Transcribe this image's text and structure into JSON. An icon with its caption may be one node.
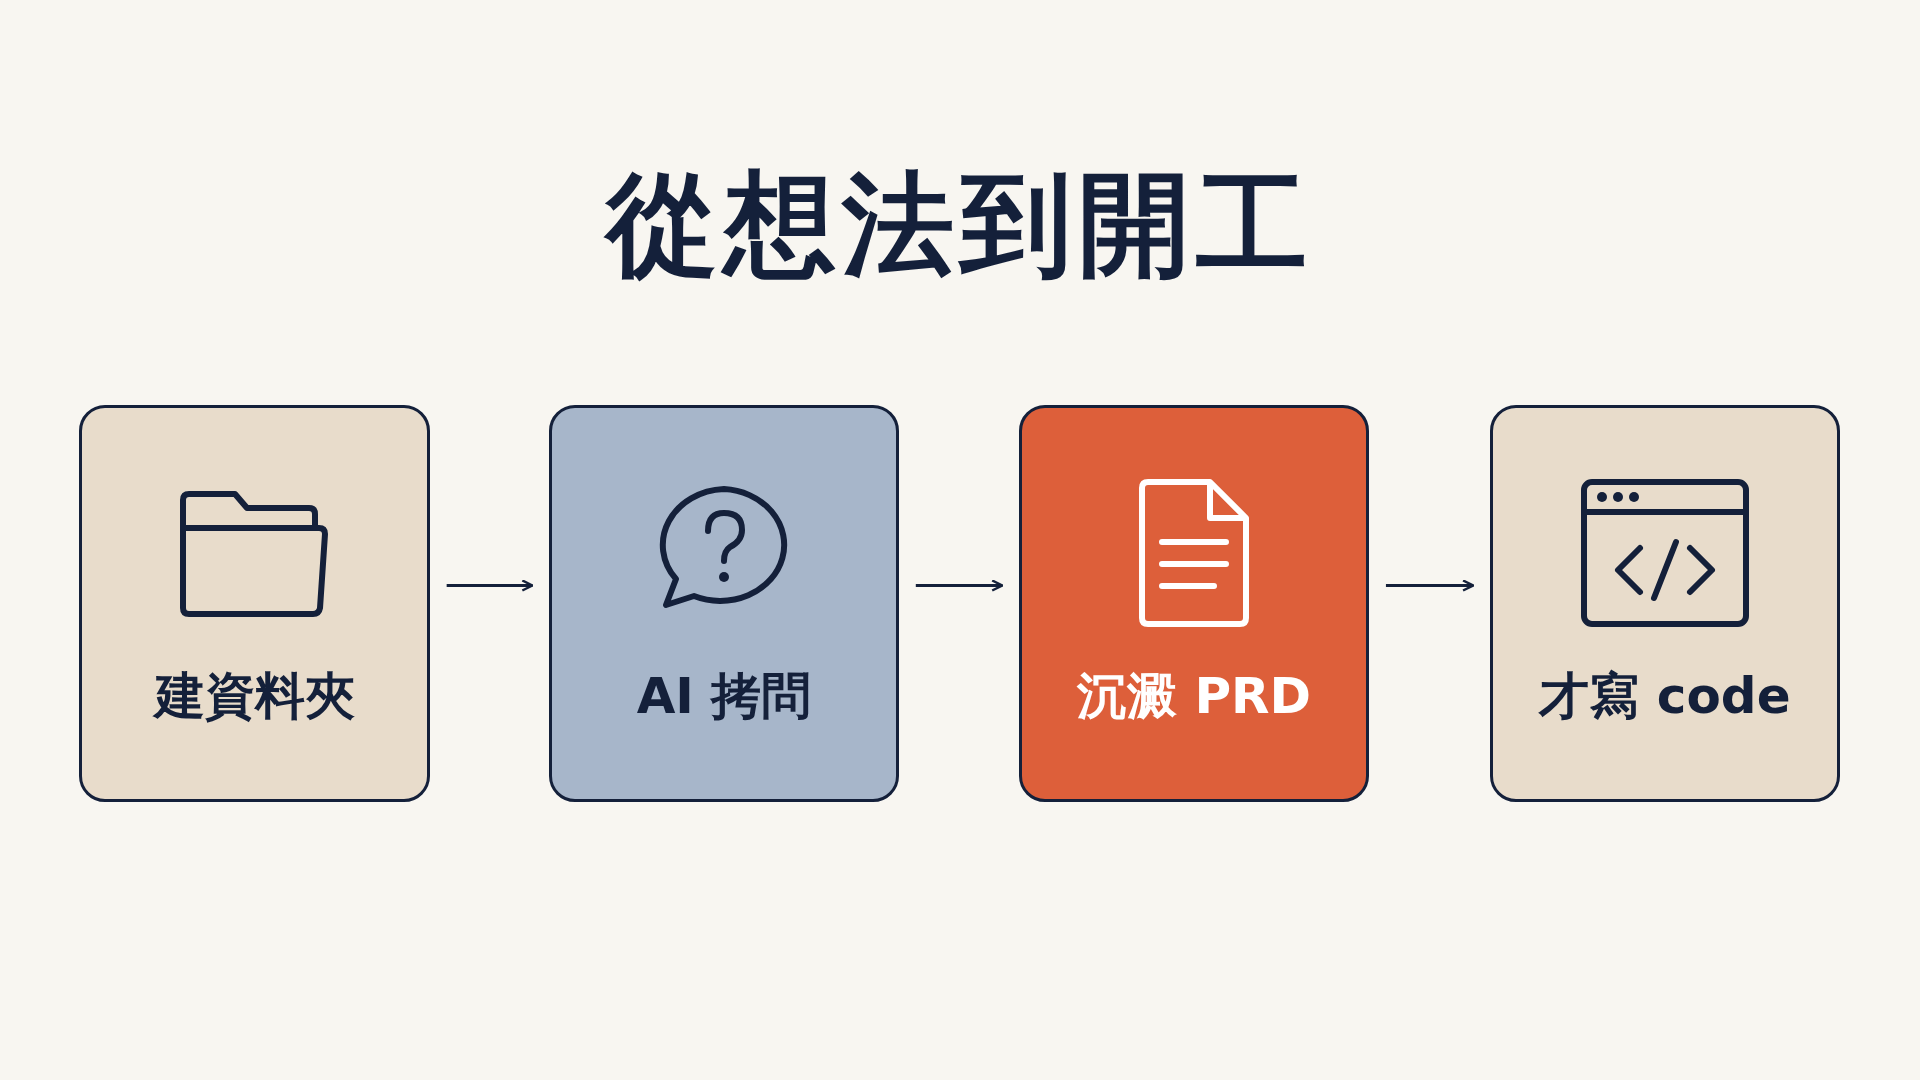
{
  "diagram": {
    "title": "從想法到開工",
    "nodes": [
      {
        "text": [
          "建資料夾"
        ]
      },
      {
        "text": [
          "AI 拷問"
        ]
      },
      {
        "text": [
          "沉澱 PRD"
        ]
      },
      {
        "text": [
          "才寫 code"
        ]
      }
    ],
    "edges": [
      {
        "from": 0,
        "to": 1,
        "arrow": "to"
      },
      {
        "from": 1,
        "to": 2,
        "arrow": "to"
      },
      {
        "from": 2,
        "to": 3,
        "arrow": "to"
      }
    ]
  }
}
